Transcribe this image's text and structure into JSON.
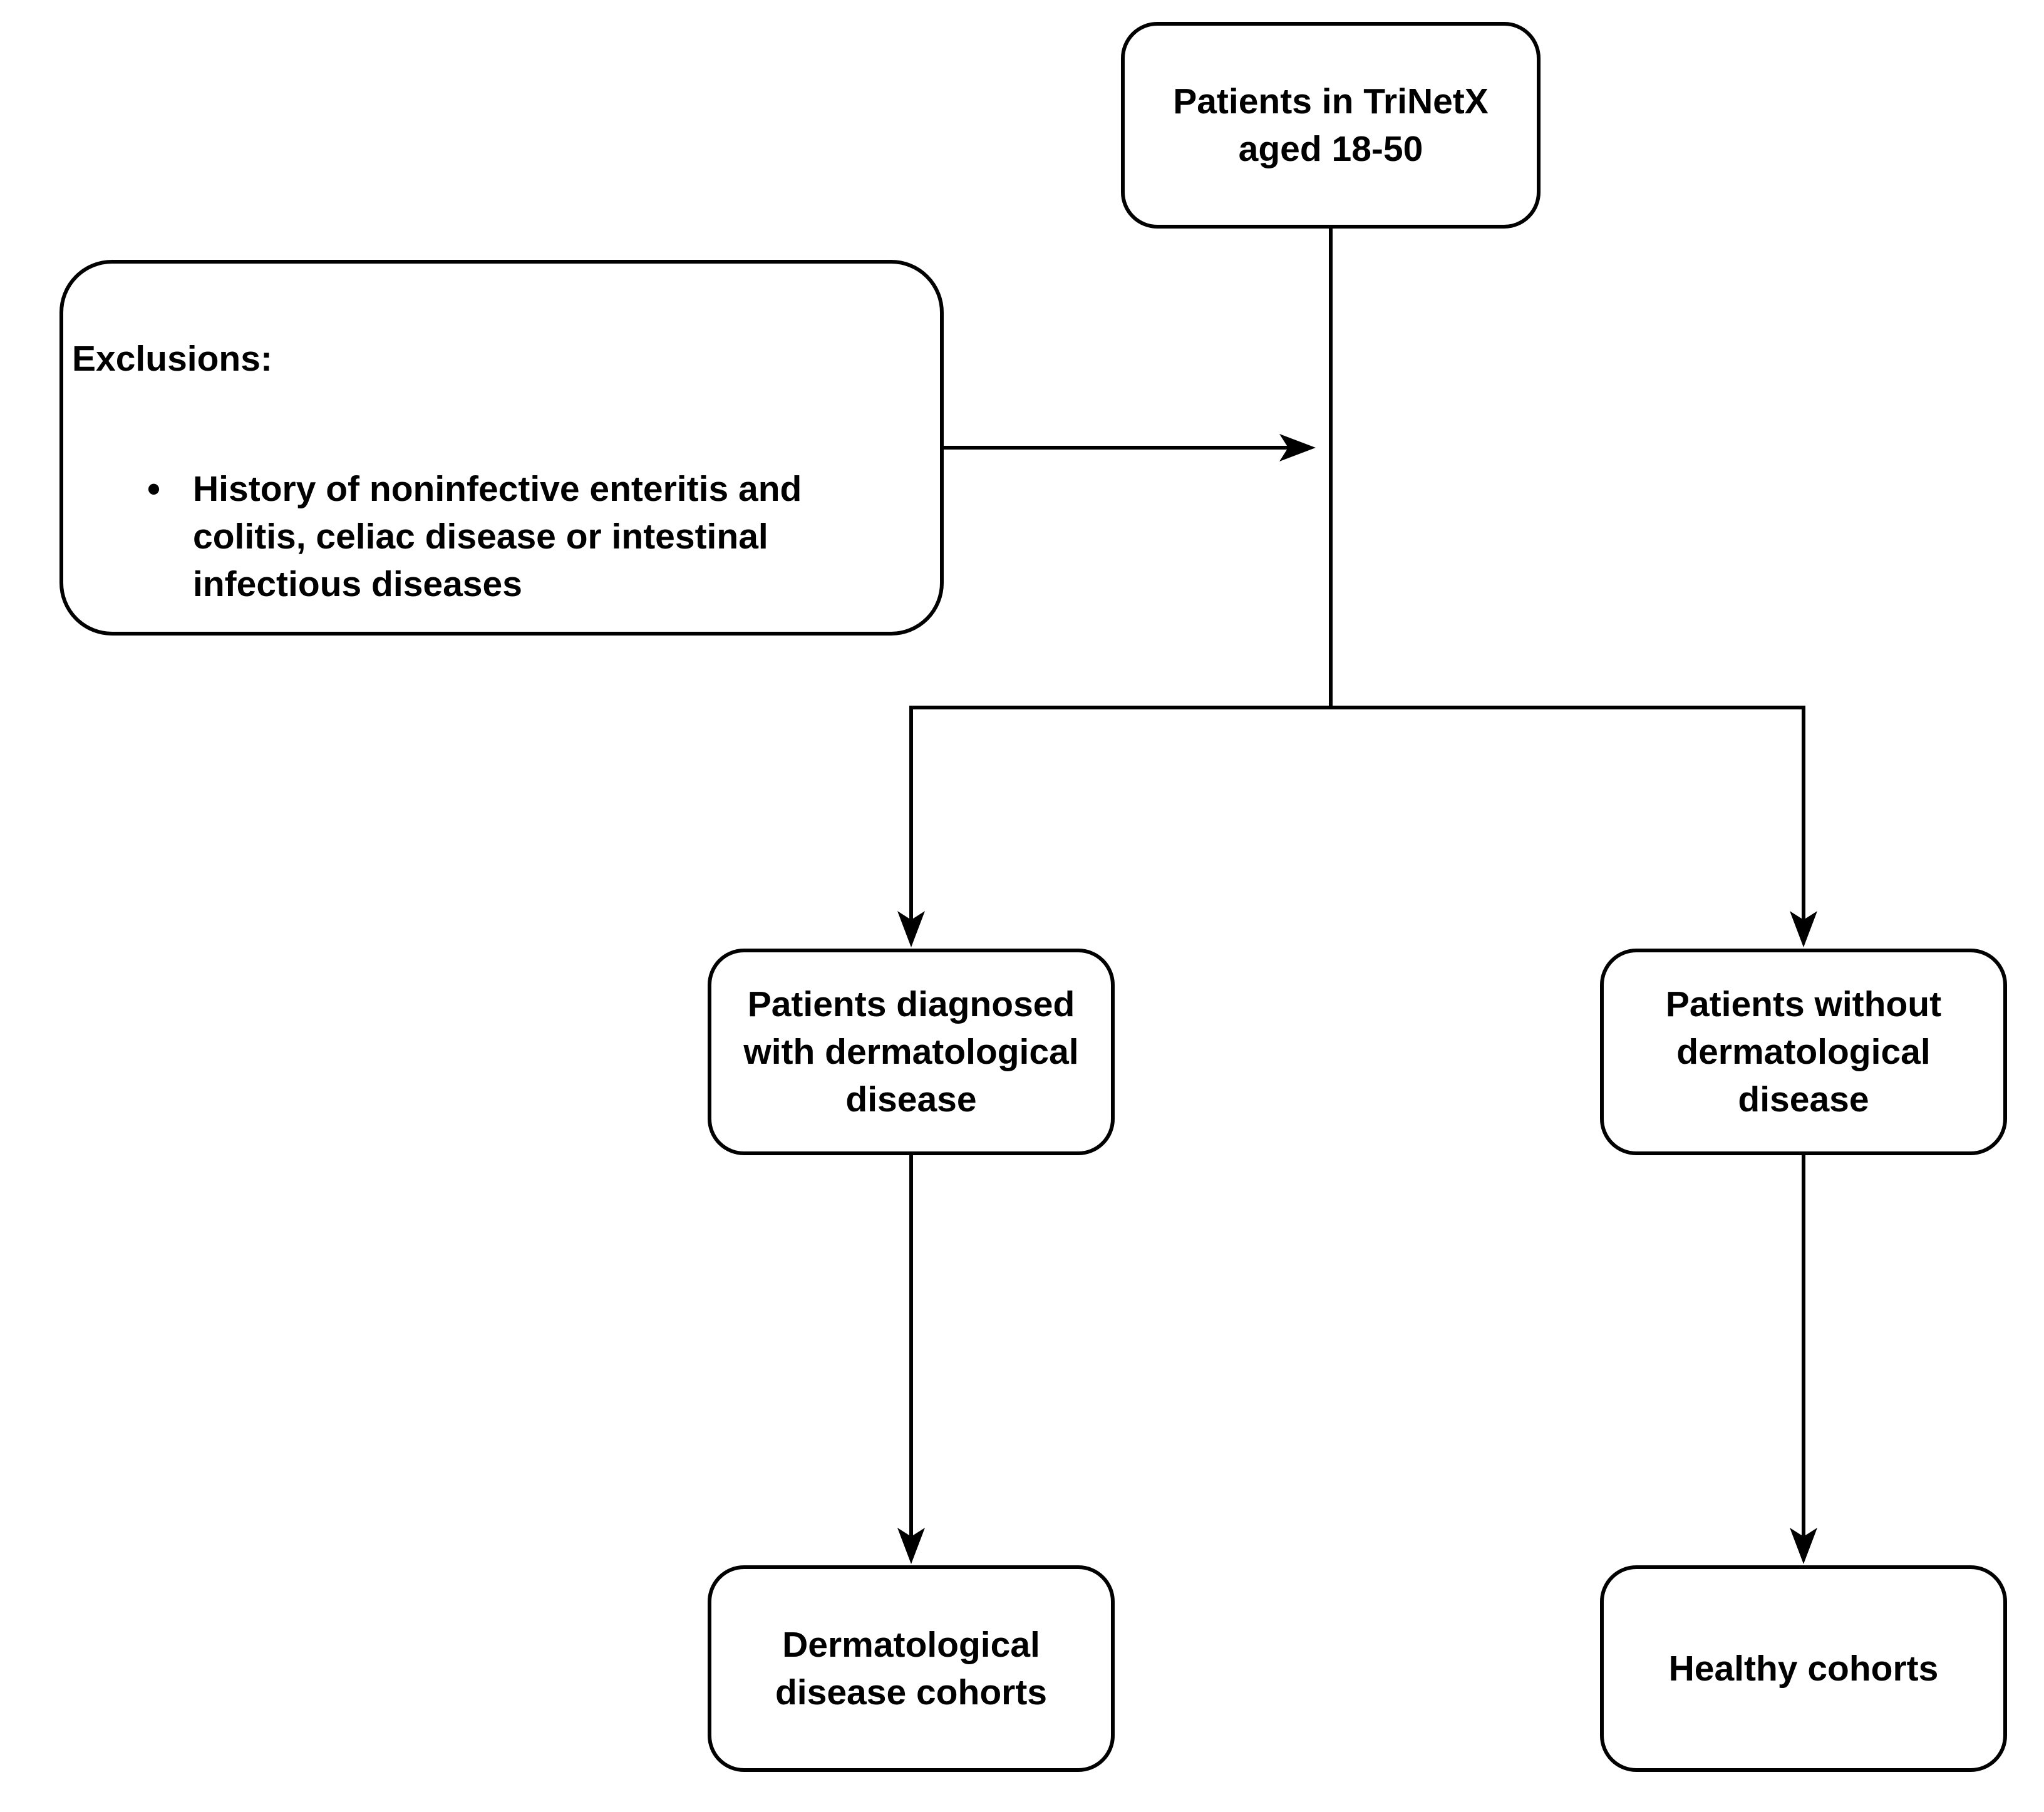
{
  "diagram": {
    "top_box": {
      "label": "Patients in TriNetX\naged 18-50"
    },
    "exclusions_box": {
      "title": "Exclusions:",
      "bullet": "•",
      "items": [
        {
          "text": "History of noninfective enteritis and\ncolitis, celiac disease or intestinal\ninfectious diseases"
        }
      ]
    },
    "mid_left_box": {
      "label": "Patients diagnosed\nwith dermatological\ndisease"
    },
    "mid_right_box": {
      "label": "Patients without\ndermatological\ndisease"
    },
    "bottom_left_box": {
      "label": "Dermatological\ndisease cohorts"
    },
    "bottom_right_box": {
      "label": "Healthy cohorts"
    },
    "colors": {
      "stroke": "#000000",
      "fill": "#ffffff",
      "background": "#ffffff"
    }
  }
}
